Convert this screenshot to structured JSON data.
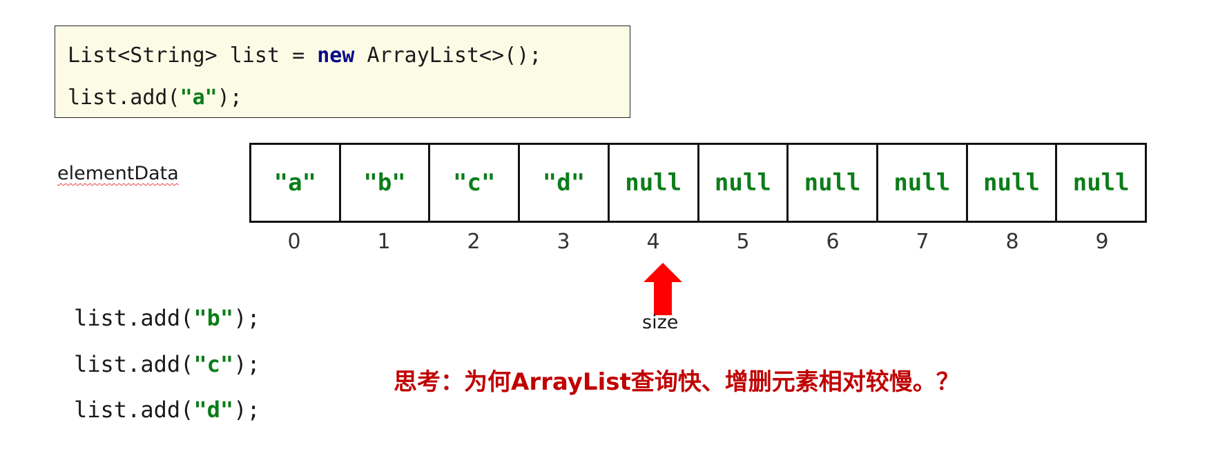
{
  "code_box": {
    "line1": {
      "prefix": "List<String> list = ",
      "keyword": "new",
      "suffix": " ArrayList<>();"
    },
    "line2": {
      "prefix": "list.add(",
      "string": "\"a\"",
      "suffix": ");"
    }
  },
  "array": {
    "label": "elementData",
    "cells": [
      "\"a\"",
      "\"b\"",
      "\"c\"",
      "\"d\"",
      "null",
      "null",
      "null",
      "null",
      "null",
      "null"
    ],
    "indices": [
      "0",
      "1",
      "2",
      "3",
      "4",
      "5",
      "6",
      "7",
      "8",
      "9"
    ]
  },
  "size_pointer": {
    "label": "size",
    "index": 4,
    "color": "#ff0000"
  },
  "code_below": [
    {
      "prefix": "list.add(",
      "string": "\"b\"",
      "suffix": ");"
    },
    {
      "prefix": "list.add(",
      "string": "\"c\"",
      "suffix": ");"
    },
    {
      "prefix": "list.add(",
      "string": "\"d\"",
      "suffix": ");"
    }
  ],
  "question": "思考：为何ArrayList查询快、增删元素相对较慢。？",
  "colors": {
    "string_literal": "#0b7d19",
    "keyword": "#0a0a8a",
    "question": "#c00000",
    "code_bg": "#fcfce6"
  }
}
